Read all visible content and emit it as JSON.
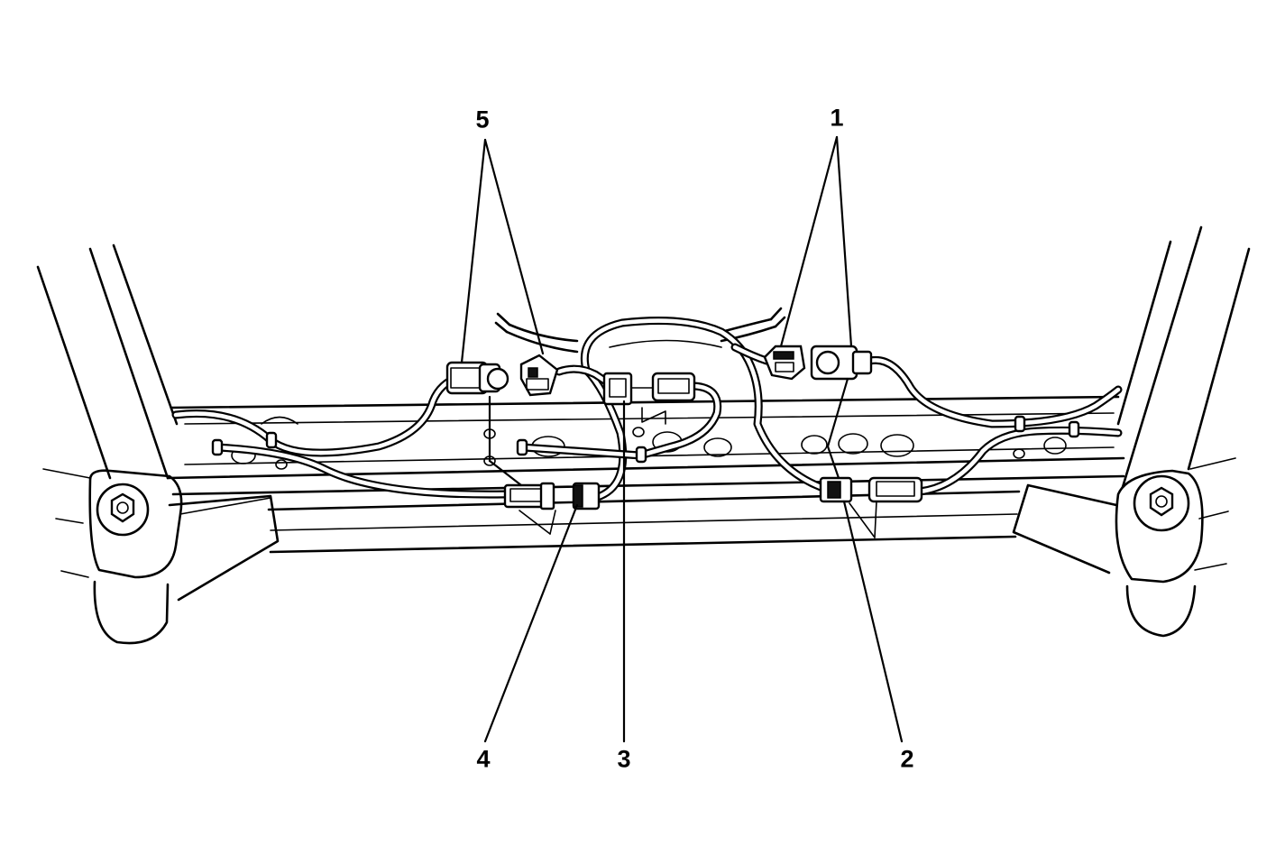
{
  "callouts": [
    {
      "id": "1",
      "text": "1"
    },
    {
      "id": "2",
      "text": "2"
    },
    {
      "id": "3",
      "text": "3"
    },
    {
      "id": "4",
      "text": "4"
    },
    {
      "id": "5",
      "text": "5"
    }
  ],
  "colors": {
    "line": "#000000",
    "background": "#ffffff"
  }
}
